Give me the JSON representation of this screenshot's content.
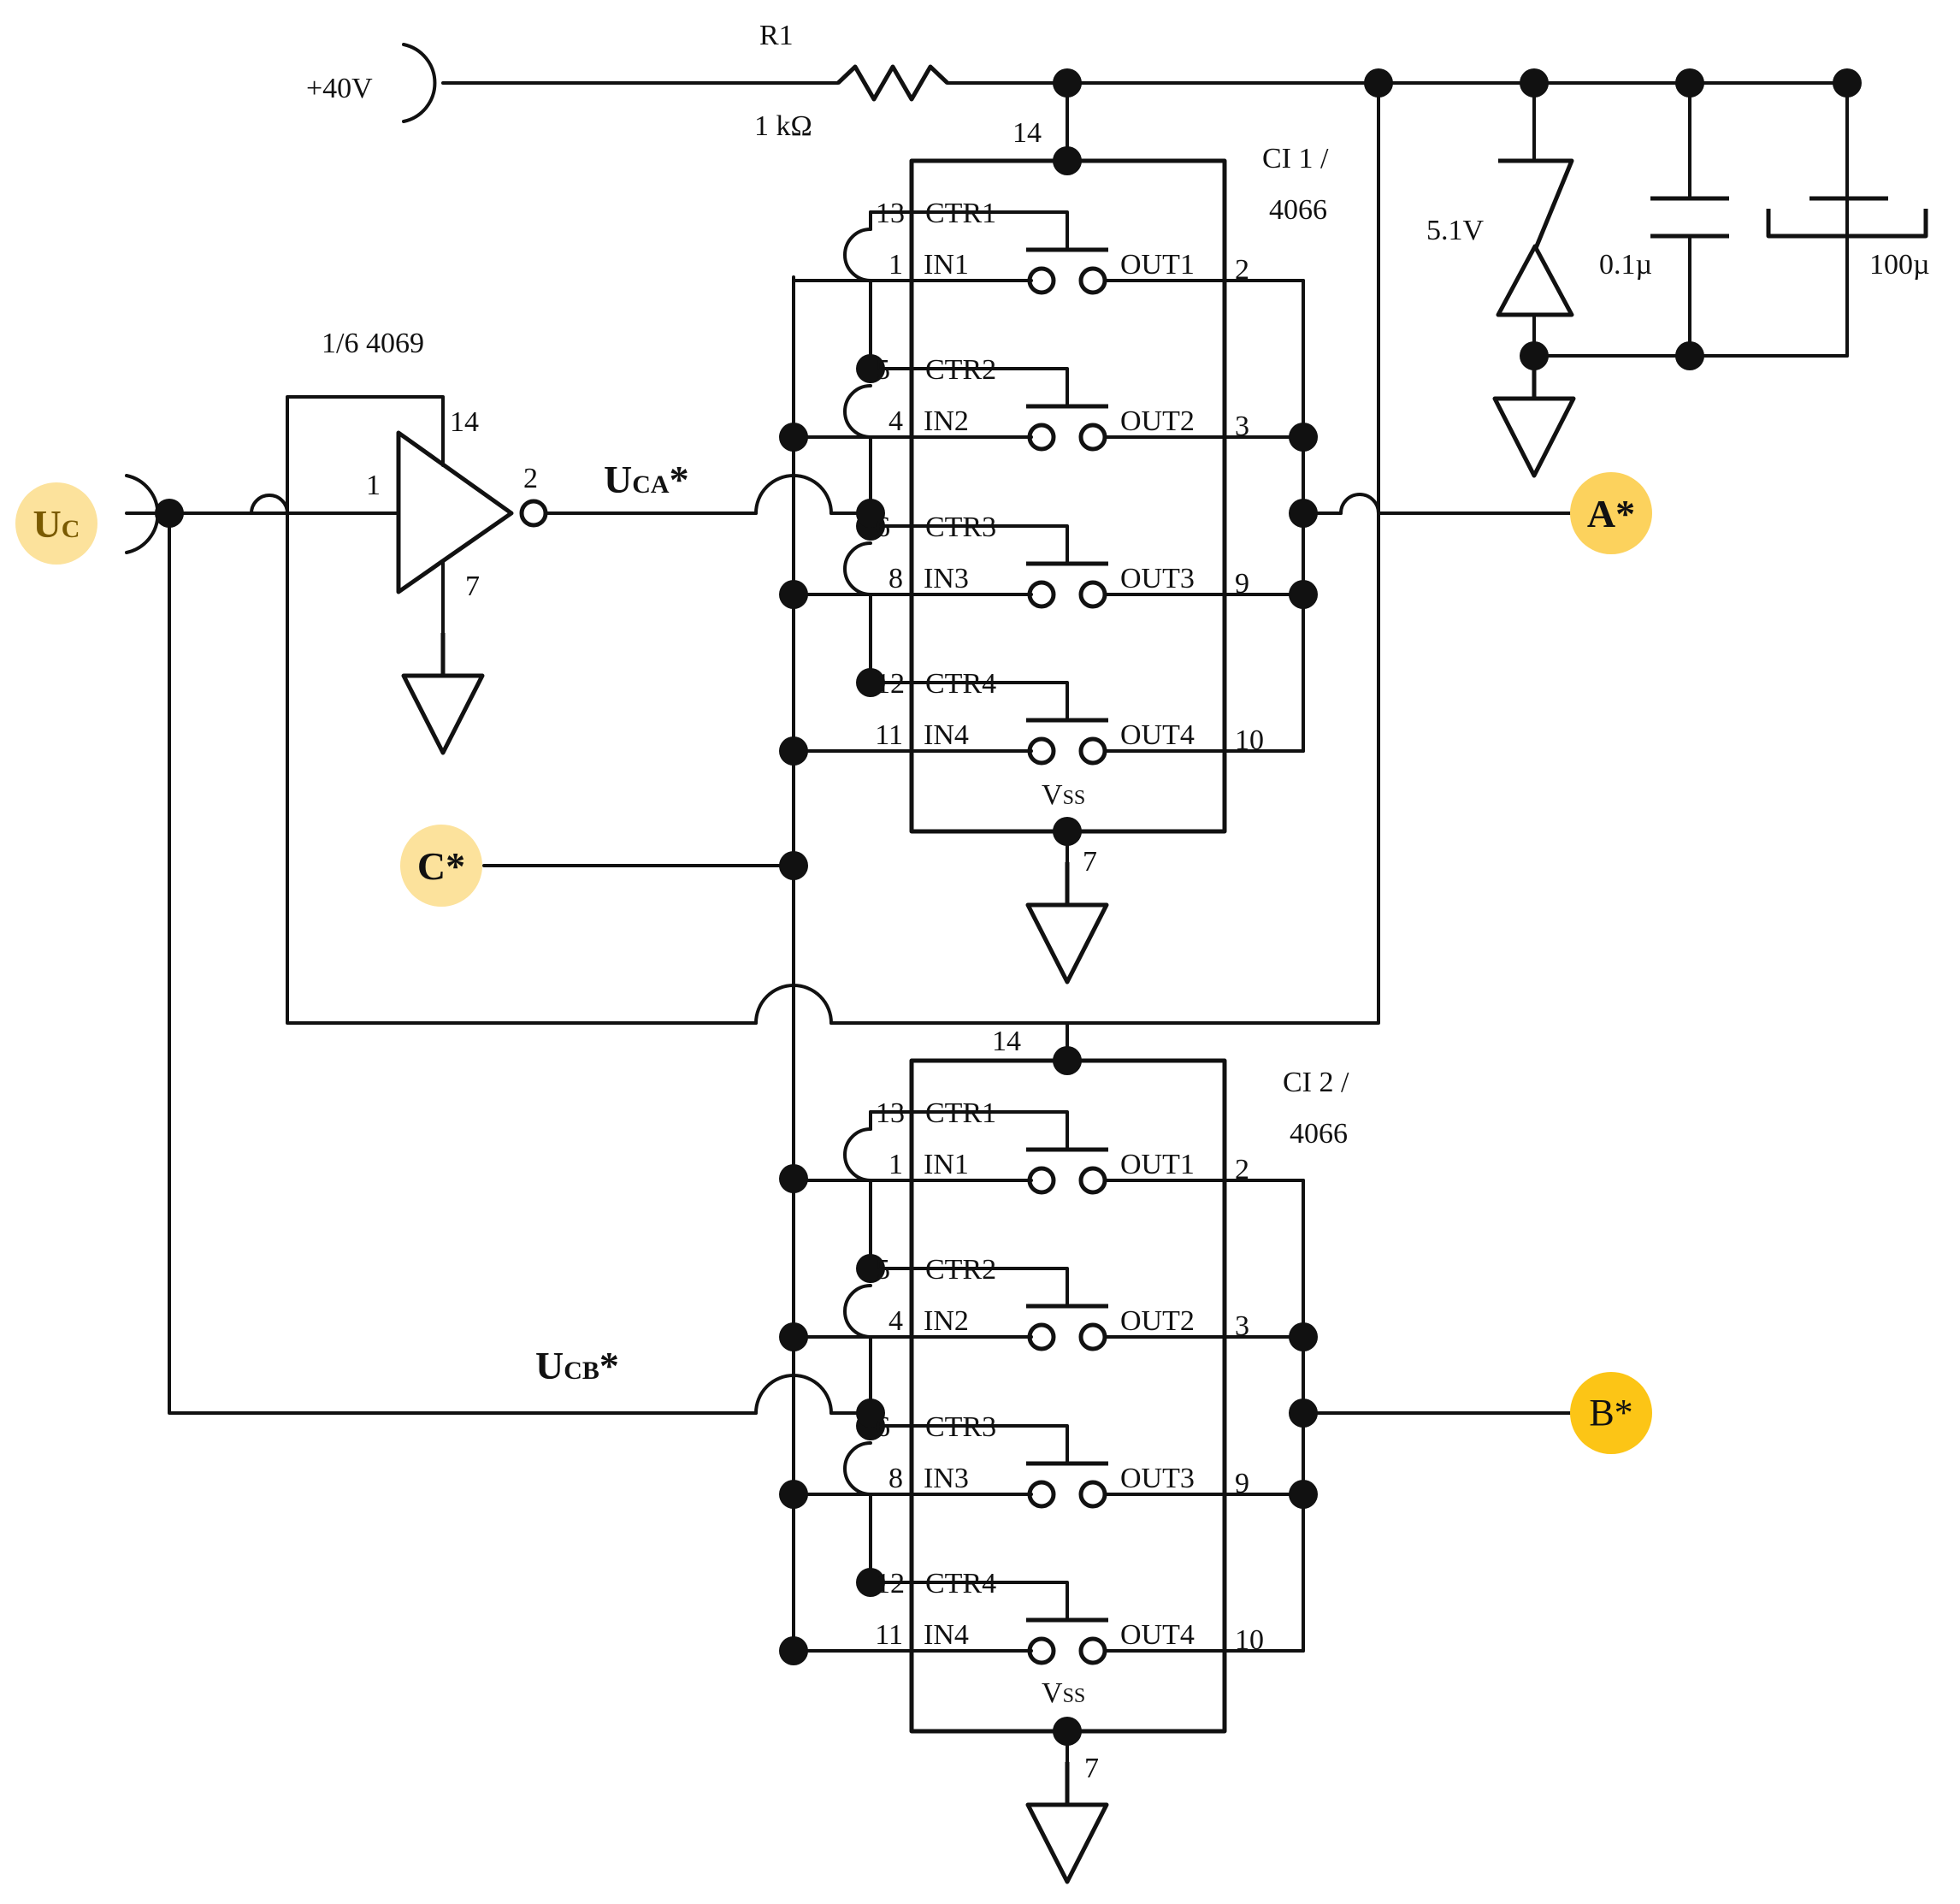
{
  "supply": {
    "voltage": "+40V"
  },
  "resistor": {
    "name": "R1",
    "value": "1 kΩ"
  },
  "zener": {
    "value": "5.1V"
  },
  "cap_small": {
    "value": "0.1µ"
  },
  "cap_large": {
    "value": "100µ"
  },
  "inverter": {
    "name": "1/6 4069",
    "pin_vdd": "14",
    "pin_in": "1",
    "pin_out": "2",
    "pin_gnd": "7"
  },
  "signals": {
    "uca_main": "U",
    "uca_sub": "CA",
    "uca_star": "*",
    "ucb_main": "U",
    "ucb_sub": "CB",
    "ucb_star": "*"
  },
  "terminals": {
    "uc_main": "U",
    "uc_sub": "C",
    "c_star": "C*",
    "a_star": "A*",
    "b_star": "B*",
    "uc_fill": "#fce29c",
    "c_fill": "#fce29c",
    "a_fill": "#fcd25d",
    "b_fill": "#fcc516"
  },
  "chips": [
    {
      "name_line1": "CI 1 /",
      "name_line2": "4066",
      "vdd_pin": "14",
      "vss_pin": "7",
      "vss_main": "V",
      "vss_sub": "SS",
      "switches": [
        {
          "ctr": "CTR1",
          "ctr_pin": "13",
          "in": "IN1",
          "in_pin": "1",
          "out": "OUT1",
          "out_pin": "2"
        },
        {
          "ctr": "CTR2",
          "ctr_pin": "5",
          "in": "IN2",
          "in_pin": "4",
          "out": "OUT2",
          "out_pin": "3"
        },
        {
          "ctr": "CTR3",
          "ctr_pin": "6",
          "in": "IN3",
          "in_pin": "8",
          "out": "OUT3",
          "out_pin": "9"
        },
        {
          "ctr": "CTR4",
          "ctr_pin": "12",
          "in": "IN4",
          "in_pin": "11",
          "out": "OUT4",
          "out_pin": "10"
        }
      ]
    },
    {
      "name_line1": "CI 2 /",
      "name_line2": "4066",
      "vdd_pin": "14",
      "vss_pin": "7",
      "vss_main": "V",
      "vss_sub": "SS",
      "switches": [
        {
          "ctr": "CTR1",
          "ctr_pin": "13",
          "in": "IN1",
          "in_pin": "1",
          "out": "OUT1",
          "out_pin": "2"
        },
        {
          "ctr": "CTR2",
          "ctr_pin": "5",
          "in": "IN2",
          "in_pin": "4",
          "out": "OUT2",
          "out_pin": "3"
        },
        {
          "ctr": "CTR3",
          "ctr_pin": "6",
          "in": "IN3",
          "in_pin": "8",
          "out": "OUT3",
          "out_pin": "9"
        },
        {
          "ctr": "CTR4",
          "ctr_pin": "12",
          "in": "IN4",
          "in_pin": "11",
          "out": "OUT4",
          "out_pin": "10"
        }
      ]
    }
  ]
}
